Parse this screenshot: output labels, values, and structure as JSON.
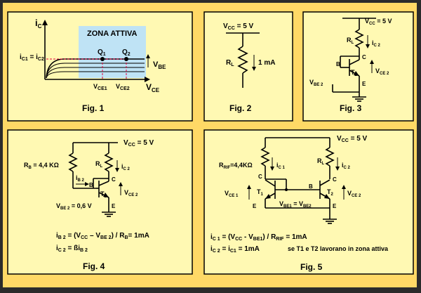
{
  "fig1": {
    "caption": "Fig. 1",
    "y_axis": "i",
    "y_axis_sub": "C",
    "x_axis": "V",
    "x_axis_sub": "CE",
    "region_label": "ZONA ATTIVA",
    "q1": "Q",
    "q1_sub": "1",
    "q2": "Q",
    "q2_sub": "2",
    "eq_a": "i",
    "eq_a_sub": "C1",
    "eq_mid": " = i",
    "eq_b_sub": "C2",
    "vbe": "V",
    "vbe_sub": "BE",
    "vce1": "V",
    "vce1_sub": "CE1",
    "vce2": "V",
    "vce2_sub": "CE2"
  },
  "fig2": {
    "caption": "Fig. 2",
    "vcc": "V",
    "vcc_sub": "CC",
    "vcc_val": " = 5 V",
    "rl": "R",
    "rl_sub": "L",
    "current": "1 mA"
  },
  "fig3": {
    "caption": "Fig. 3",
    "vcc": "V",
    "vcc_sub": "CC",
    "vcc_val": " = 5 V",
    "rl": "R",
    "rl_sub": "L",
    "ic": "i",
    "ic_sub": "C 2",
    "c": "C",
    "b": "B",
    "e": "E",
    "t": "T",
    "t_sub": "2",
    "vce": "V",
    "vce_sub": "CE 2",
    "vbe": "V",
    "vbe_sub": "BE 2"
  },
  "fig4": {
    "caption": "Fig. 4",
    "vcc": "V",
    "vcc_sub": "CC",
    "vcc_val": " = 5 V",
    "rb": "R",
    "rb_sub": "B",
    "rb_val": " = 4,4 KΩ",
    "rl": "R",
    "rl_sub": "L",
    "ib": "i",
    "ib_sub": "B 2",
    "ic": "i",
    "ic_sub": "C 2",
    "c": "C",
    "b": "B",
    "e": "E",
    "t": "T",
    "t_sub": "2",
    "vce": "V",
    "vce_sub": "CE 2",
    "vbe": "V",
    "vbe_sub": "BE 2",
    "vbe_val": " = 0,6 V",
    "eq1_a": "i",
    "eq1_a_sub": "B 2",
    "eq1_b": " = (V",
    "eq1_b_sub": "CC",
    "eq1_c": " – V",
    "eq1_c_sub": "BE 2",
    "eq1_d": ") / R",
    "eq1_d_sub": "B",
    "eq1_e": "= 1mA",
    "eq2_a": "i",
    "eq2_a_sub": "C 2",
    "eq2_b": " = ßi",
    "eq2_b_sub": "B 2"
  },
  "fig5": {
    "caption": "Fig. 5",
    "vcc": "V",
    "vcc_sub": "CC",
    "vcc_val": " = 5 V",
    "rrif": "R",
    "rrif_sub": "RIF",
    "rrif_val": "=4,4KΩ",
    "ic1": "i",
    "ic1_sub": "C 1",
    "rl": "R",
    "rl_sub": "L",
    "ic2": "i",
    "ic2_sub": "C 2",
    "c": "C",
    "b": "B",
    "e": "E",
    "t1": "T",
    "t1_sub": "1",
    "t2": "T",
    "t2_sub": "2",
    "vce1": "V",
    "vce1_sub": "CE 1",
    "vce2": "V",
    "vce2_sub": "CE 2",
    "vbe_a": "V",
    "vbe_a_sub": "BE1",
    "vbe_mid": " = V",
    "vbe_b_sub": "BE2",
    "eq1_a": "i",
    "eq1_a_sub": "C 1",
    "eq1_b": " = (V",
    "eq1_b_sub": "CC",
    "eq1_c": " - V",
    "eq1_c_sub": "BE1",
    "eq1_d": ") / R",
    "eq1_d_sub": "RIF",
    "eq1_e": " = 1mA",
    "eq2_a": "i",
    "eq2_a_sub": "C 2",
    "eq2_b": " = i",
    "eq2_b_sub": "C1",
    "eq2_c": " = 1mA",
    "note": "se T1 e T2 lavorano in zona attiva"
  },
  "colors": {
    "panel": "#fff9b3",
    "outer": "#ffd966",
    "region": "#bfe3f5",
    "dash": "#e0003c"
  }
}
